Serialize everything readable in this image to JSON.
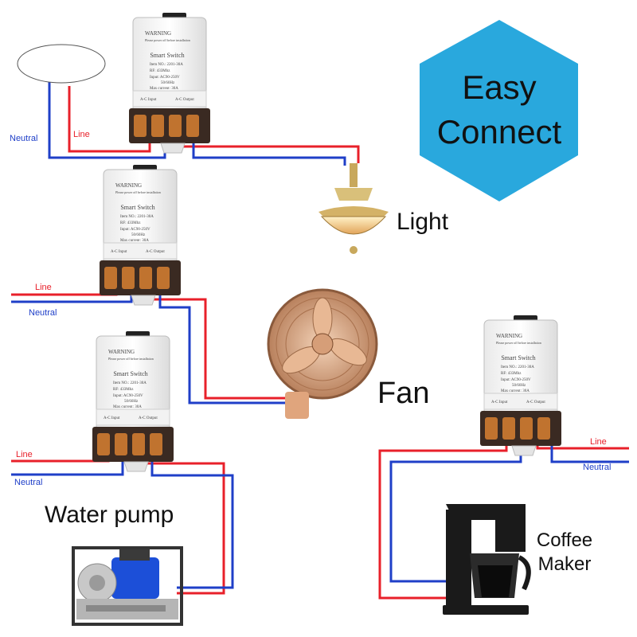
{
  "badge": {
    "line1": "Easy",
    "line2": "Connect",
    "color": "#29a8dd"
  },
  "colors": {
    "line": "#e8202a",
    "neutral": "#1f3fc8"
  },
  "switch_panel": {
    "warning": "WARNING",
    "warning_sub": "Please power off before installation",
    "title": "Smart Switch",
    "spec_item": "Item NO.: 2201-30A",
    "spec_rf": "RF: 433Mhz",
    "spec_input": "Input: AC90-250V",
    "spec_freq": "50/60Hz",
    "spec_current": "Max current: 30A",
    "port_input": "A-C Input",
    "port_output": "A-C Output"
  },
  "devices": {
    "light": "Light",
    "fan": "Fan",
    "pump": "Water pump",
    "coffee_line1": "Coffee",
    "coffee_line2": "Maker"
  },
  "wire_labels": {
    "top_neutral": "Neutral",
    "top_line": "Line",
    "fan_line": "Line",
    "fan_neutral": "Neutral",
    "pump_line": "Line",
    "pump_neutral": "Neutral",
    "coffee_line": "Line",
    "coffee_neutral": "Neutral"
  }
}
